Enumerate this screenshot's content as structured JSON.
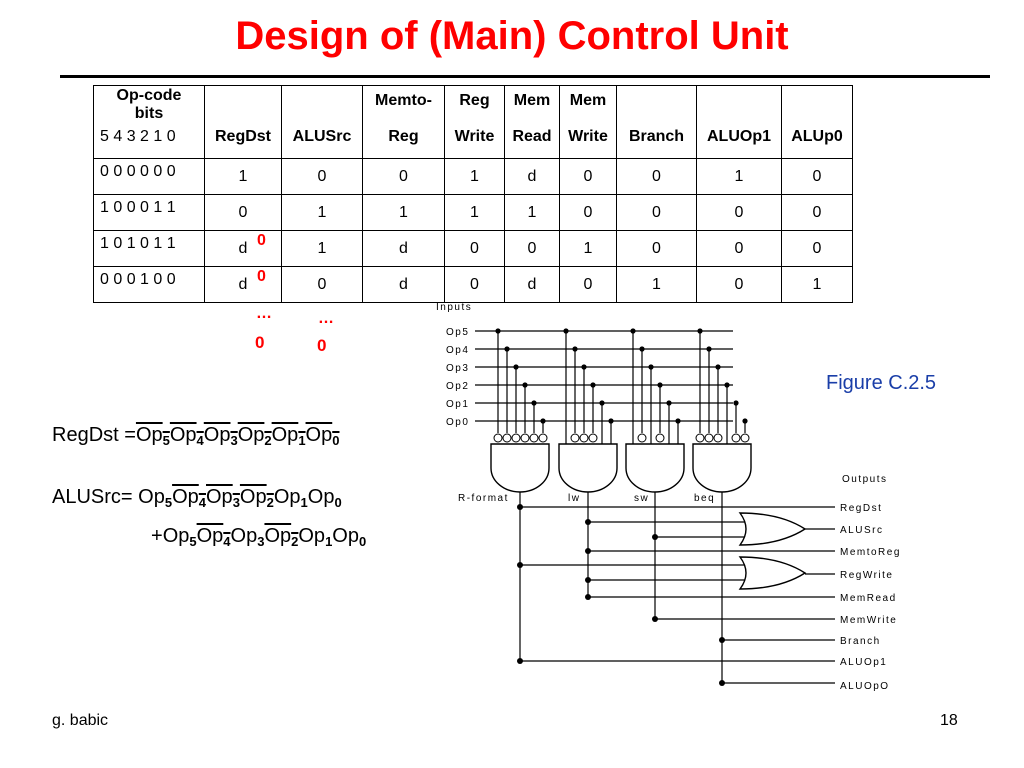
{
  "title": "Design of (Main) Control Unit",
  "table": {
    "opcode_header": {
      "line1": "Op-code",
      "line2": "bits",
      "line3": "5 4 3 2 1 0"
    },
    "columns": [
      {
        "top": "",
        "bottom": "RegDst"
      },
      {
        "top": "",
        "bottom": "ALUSrc"
      },
      {
        "top": "Memto-",
        "bottom": "Reg"
      },
      {
        "top": "Reg",
        "bottom": "Write"
      },
      {
        "top": "Mem",
        "bottom": "Read"
      },
      {
        "top": "Mem",
        "bottom": "Write"
      },
      {
        "top": "",
        "bottom": "Branch"
      },
      {
        "top": "",
        "bottom": "ALUOp1"
      },
      {
        "top": "",
        "bottom": "ALUp0"
      }
    ],
    "rows": [
      {
        "opcode": "0 0 0 0 0 0",
        "values": [
          "1",
          "0",
          "0",
          "1",
          "d",
          "0",
          "0",
          "1",
          "0"
        ]
      },
      {
        "opcode": "1 0 0 0 1 1",
        "values": [
          "0",
          "1",
          "1",
          "1",
          "1",
          "0",
          "0",
          "0",
          "0"
        ]
      },
      {
        "opcode": "1 0 1 0 1 1",
        "values": [
          "d",
          "1",
          "d",
          "0",
          "0",
          "1",
          "0",
          "0",
          "0"
        ],
        "note": "0"
      },
      {
        "opcode": "0 0 0 1 0 0",
        "values": [
          "d",
          "0",
          "d",
          "0",
          "d",
          "0",
          "1",
          "0",
          "1"
        ],
        "note": "0"
      }
    ]
  },
  "annotations": {
    "dots": "…",
    "zero": "0"
  },
  "equations": {
    "regdst_label": "RegDst =",
    "alusrc_label": "ALUSrc=",
    "plus": "+",
    "op": "Op",
    "subs": [
      "5",
      "4",
      "3",
      "2",
      "1",
      "0"
    ]
  },
  "figure_label": "Figure C.2.5",
  "diagram": {
    "inputs_label": "Inputs",
    "inputs": [
      "Op5",
      "Op4",
      "Op3",
      "Op2",
      "Op1",
      "Op0"
    ],
    "gates": [
      "R-format",
      "lw",
      "sw",
      "beq"
    ],
    "outputs_label": "Outputs",
    "outputs": [
      "RegDst",
      "ALUSrc",
      "MemtoReg",
      "RegWrite",
      "MemRead",
      "MemWrite",
      "Branch",
      "ALUOp1",
      "ALUOpO"
    ]
  },
  "footer": {
    "left": "g. babic",
    "right": "18"
  }
}
